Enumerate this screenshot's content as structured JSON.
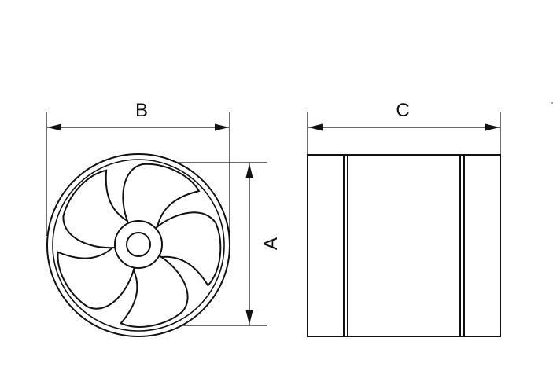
{
  "diagram": {
    "labels": {
      "height": "A",
      "width": "B",
      "depth": "C"
    },
    "fan": {
      "blade_count": 5
    },
    "colors": {
      "line": "#111111",
      "background": "#ffffff"
    }
  }
}
